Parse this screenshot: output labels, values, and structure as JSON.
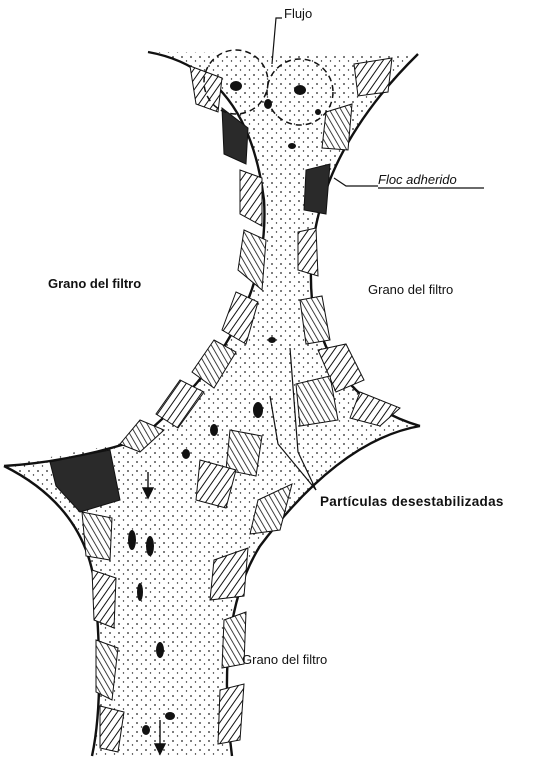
{
  "labels": {
    "flujo": "Flujo",
    "floc": "Floc adherido",
    "grano_left": "Grano del filtro",
    "grano_right": "Grano del filtro",
    "particulas": "Partículas desestabilizadas",
    "grano_bottom": "Grano del filtro"
  },
  "colors": {
    "ink": "#111111",
    "floc_fill": "#2a2a2a",
    "paper": "#ffffff"
  }
}
